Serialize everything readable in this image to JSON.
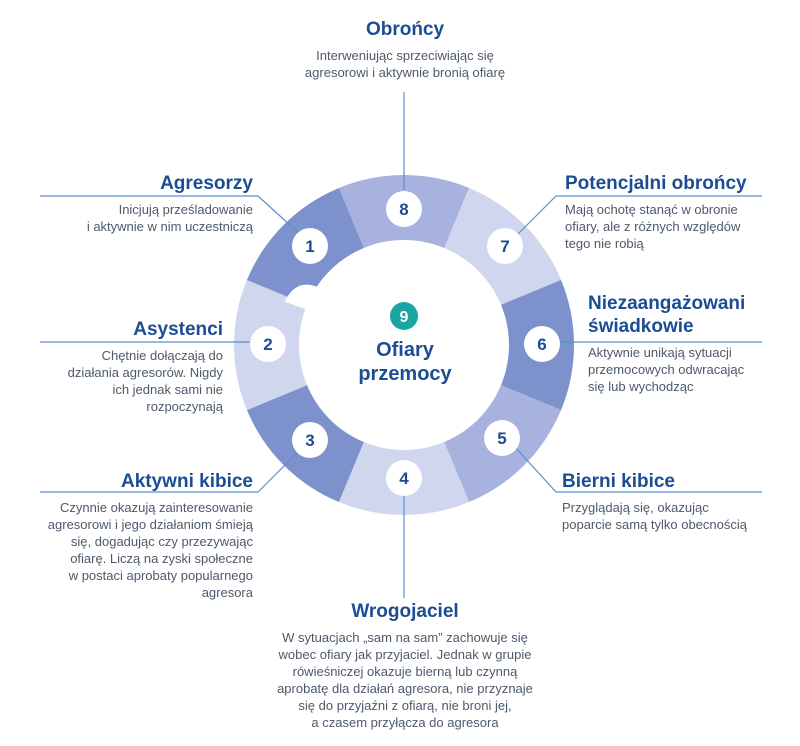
{
  "colors": {
    "segment_dark": "#7d91cd",
    "segment_mid": "#a7b3de",
    "segment_light": "#cfd6ee",
    "number_text": "#1c4d94",
    "title_text": "#1c4d94",
    "desc_text": "#4d5a6b",
    "line": "#5b8fcd",
    "center_badge": "#1aa5a3"
  },
  "center": {
    "number": "9",
    "title_line1": "Ofiary",
    "title_line2": "przemocy"
  },
  "segments": [
    {
      "number": "1",
      "tone": "dark",
      "title": "Agresorzy",
      "desc": [
        "Inicjują prześladowanie",
        "i aktywnie w nim uczestniczą"
      ]
    },
    {
      "number": "2",
      "tone": "light",
      "title": "Asystenci",
      "desc": [
        "Chętnie dołączają do",
        "działania agresorów. Nigdy",
        "ich jednak sami nie",
        "rozpoczynają"
      ]
    },
    {
      "number": "3",
      "tone": "dark",
      "title": "Aktywni kibice",
      "desc": [
        "Czynnie okazują zainteresowanie",
        "agresorowi i jego działaniom śmieją",
        "się, dogadując czy przezywając",
        "ofiarę. Liczą na zyski społeczne",
        "w postaci aprobaty popularnego",
        "agresora"
      ]
    },
    {
      "number": "4",
      "tone": "light",
      "title": "Wrogojaciel",
      "desc": [
        "W sytuacjach „sam na sam” zachowuje się",
        "wobec ofiary jak przyjaciel. Jednak w grupie",
        "rówieśniczej okazuje bierną lub czynną",
        "aprobatę dla działań agresora, nie przyznaje",
        "się do przyjaźni z ofiarą, nie broni jej,",
        "a czasem przyłącza do agresora"
      ]
    },
    {
      "number": "5",
      "tone": "mid",
      "title": "Bierni kibice",
      "desc": [
        "Przyglądają się, okazując",
        "poparcie samą tylko obecnością"
      ]
    },
    {
      "number": "6",
      "tone": "dark",
      "title_lines": [
        "Niezaangażowani",
        "świadkowie"
      ],
      "desc": [
        "Aktywnie unikają sytuacji",
        "przemocowych odwracając",
        "się lub wychodząc"
      ]
    },
    {
      "number": "7",
      "tone": "light",
      "title": "Potencjalni obrońcy",
      "desc": [
        "Mają ochotę stanąć w obronie",
        "ofiary, ale z różnych względów",
        "tego nie robią"
      ]
    },
    {
      "number": "8",
      "tone": "mid",
      "title": "Obrońcy",
      "desc": [
        "Interweniując sprzeciwiając się",
        "agresorowi i aktywnie bronią ofiarę"
      ]
    }
  ]
}
